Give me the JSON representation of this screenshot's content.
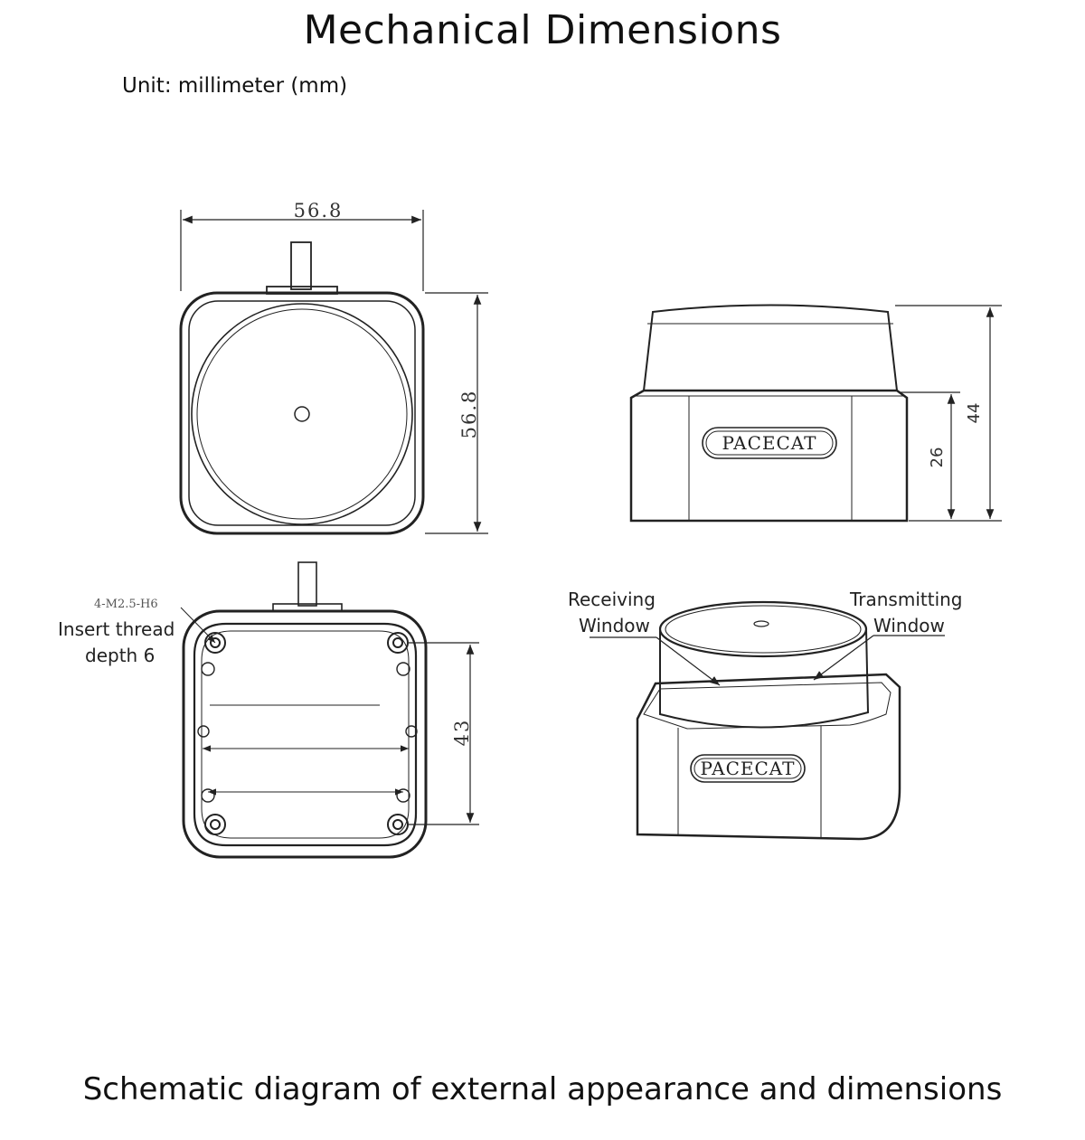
{
  "header": {
    "title": "Mechanical Dimensions",
    "unit": "Unit: millimeter (mm)"
  },
  "dimensions": {
    "width": "56.8",
    "depth": "56.8",
    "total_height": "44",
    "base_height": "26",
    "hole_spacing": "43"
  },
  "annotations": {
    "thread_spec": "4-M2.5-H6",
    "insert_thread_line1": "Insert thread",
    "insert_thread_line2": "depth 6",
    "receiving_line1": "Receiving",
    "receiving_line2": "Window",
    "transmitting_line1": "Transmitting",
    "transmitting_line2": "Window"
  },
  "brand": {
    "logo": "PACECAT"
  },
  "footer": {
    "caption": "Schematic diagram of external appearance and dimensions"
  }
}
